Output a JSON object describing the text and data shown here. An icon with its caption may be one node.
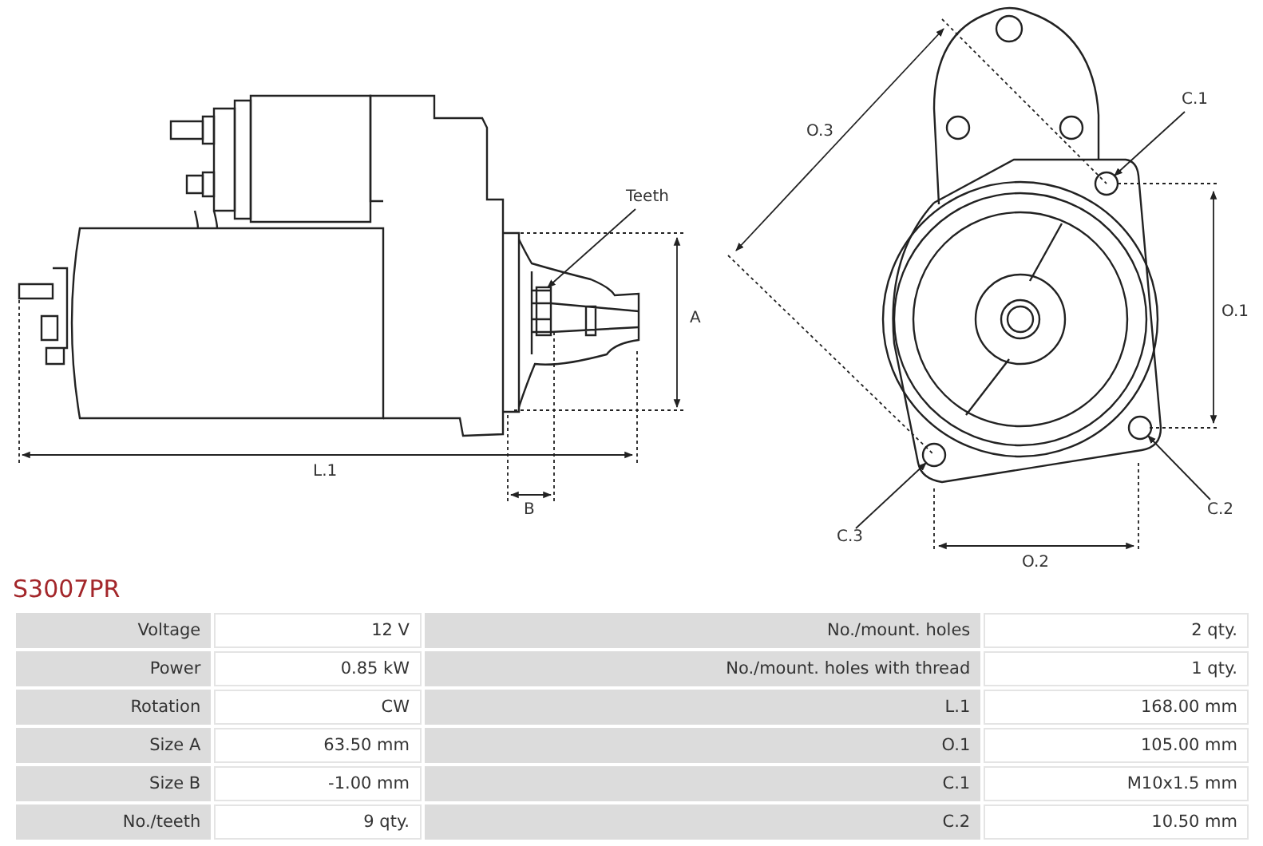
{
  "diagram": {
    "title": "S3007PR",
    "nodes": [
      {
        "text": [
          "Teeth"
        ]
      },
      {
        "text": [],
        "shape": "bar"
      },
      {
        "text": [
          "C.1"
        ]
      },
      {
        "text": [],
        "shape": "circle"
      },
      {
        "text": [
          "C.2"
        ]
      },
      {
        "text": [],
        "shape": "circle"
      },
      {
        "text": [
          "C.3"
        ]
      },
      {
        "text": [],
        "shape": "circle"
      }
    ],
    "edges": [
      {
        "from": 0,
        "to": 1,
        "arrow": "to"
      },
      {
        "from": 2,
        "to": 3,
        "arrow": "to"
      },
      {
        "from": 4,
        "to": 5,
        "arrow": "to"
      },
      {
        "from": 6,
        "to": 7,
        "arrow": "to"
      }
    ],
    "labels": [
      "L.1",
      "A",
      "B",
      "O.3",
      "O.1",
      "O.2",
      "Voltage",
      "12 V",
      "No./mount. holes",
      "2 qty.",
      "Power",
      "0.85 kW",
      "No./mount. holes with thread",
      "1 qty.",
      "Rotation",
      "CW",
      "L.1",
      "168.00 mm",
      "Size A",
      "63.50 mm",
      "O.1",
      "105.00 mm",
      "Size B",
      "-1.00 mm",
      "C.1",
      "M10x1.5 mm",
      "No./teeth",
      "9 qty.",
      "C.2",
      "10.50 mm"
    ]
  }
}
